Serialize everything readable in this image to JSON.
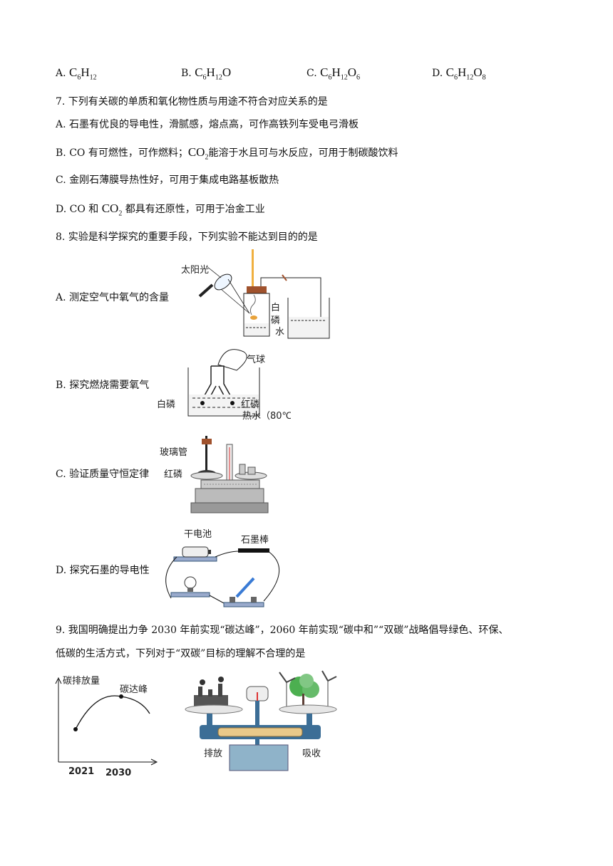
{
  "q6_options": [
    {
      "letter": "A.",
      "formula": [
        [
          "C",
          "6"
        ],
        [
          "H",
          "12"
        ]
      ]
    },
    {
      "letter": "B.",
      "formula": [
        [
          "C",
          "6"
        ],
        [
          "H",
          "12"
        ],
        [
          "O",
          ""
        ]
      ]
    },
    {
      "letter": "C.",
      "formula": [
        [
          "C",
          "6"
        ],
        [
          "H",
          "12"
        ],
        [
          "O",
          "6"
        ]
      ]
    },
    {
      "letter": "D.",
      "formula": [
        [
          "C",
          "6"
        ],
        [
          "H",
          "12"
        ],
        [
          "O",
          "8"
        ]
      ]
    }
  ],
  "q7": {
    "stem": "7. 下列有关碳的单质和氧化物性质与用途不符合对应关系的是",
    "A": "A. 石墨有优良的导电性，滑腻感，熔点高，可作高铁列车受电弓滑板",
    "B_pre": "B. CO 有可燃性，可作燃料；",
    "B_post": "能溶于水且可与水反应，可用于制碳酸饮料",
    "C": "C. 金刚石薄膜导热性好，可用于集成电路基板散热",
    "D_pre": "D. CO 和",
    "D_post": "都具有还原性，可用于冶金工业",
    "co2_main": "CO",
    "co2_sub": "2"
  },
  "q8": {
    "stem": "8. 实验是科学探究的重要手段，下列实验不能达到目的的是",
    "A": "A. 测定空气中氧气的含量",
    "B": "B. 探究燃烧需要氧气",
    "C": "C. 验证质量守恒定律",
    "D": "D. 探究石墨的导电性",
    "figA": {
      "sun": "太阳光",
      "bai": "白",
      "lin": "磷",
      "water": "水"
    },
    "figB": {
      "balloon": "气球",
      "white_p": "白磷",
      "red_p": "红磷",
      "hot_water": "热水（80℃）"
    },
    "figC": {
      "tube": "玻璃管",
      "red_p": "红磷"
    },
    "figD": {
      "battery": "干电池",
      "graphite": "石墨棒"
    }
  },
  "q9": {
    "line1": "9. 我国明确提出力争 2030 年前实现“碳达峰”，2060 年前实现“碳中和”“双碳”战略倡导绿色、环保、",
    "line2": "低碳的生活方式，下列对于“双碳”目标的理解不合理的是",
    "chart": {
      "ylabel": "碳排放量",
      "peak": "碳达峰",
      "x1": "2021",
      "x2": "2030"
    },
    "scale": {
      "left": "排放",
      "right": "吸收"
    }
  }
}
